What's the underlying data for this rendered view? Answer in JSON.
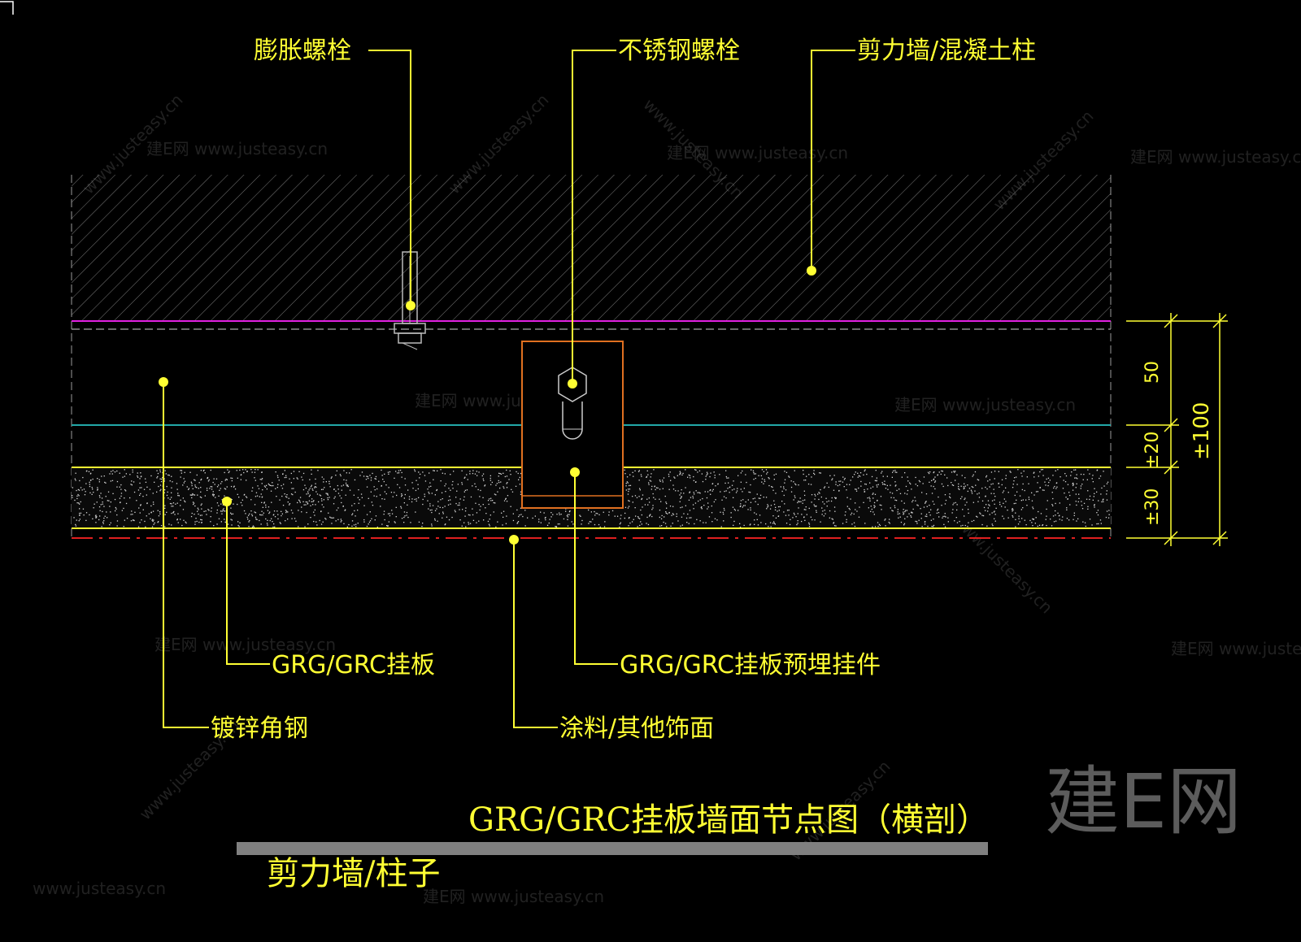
{
  "labels": {
    "expansion_bolt": "膨胀螺栓",
    "stainless_bolt": "不锈钢螺栓",
    "shear_wall": "剪力墙/混凝土柱",
    "panel": "GRG/GRC挂板",
    "embedded_hanger": "GRG/GRC挂板预埋挂件",
    "galvanized_angle": "镀锌角钢",
    "coating": "涂料/其他饰面"
  },
  "dimensions": {
    "d50": "50",
    "d20": "±20",
    "d30": "±30",
    "d100": "±100"
  },
  "title": {
    "main": "GRG/GRC挂板墙面节点图（横剖）",
    "sub": "剪力墙/柱子"
  },
  "watermark": {
    "logo": "建E网",
    "text": "www.justeasy.cn",
    "text_cn": "建E网 www.justeasy.cn"
  },
  "colors": {
    "background": "#000000",
    "annotation": "#ffff33",
    "wall_hatch": "#8a8a8a",
    "magenta_line": "#e020e0",
    "cyan_line": "#22a8a8",
    "red_line": "#e02020",
    "orange_hanger": "#e07020",
    "title_bar": "#808080"
  }
}
